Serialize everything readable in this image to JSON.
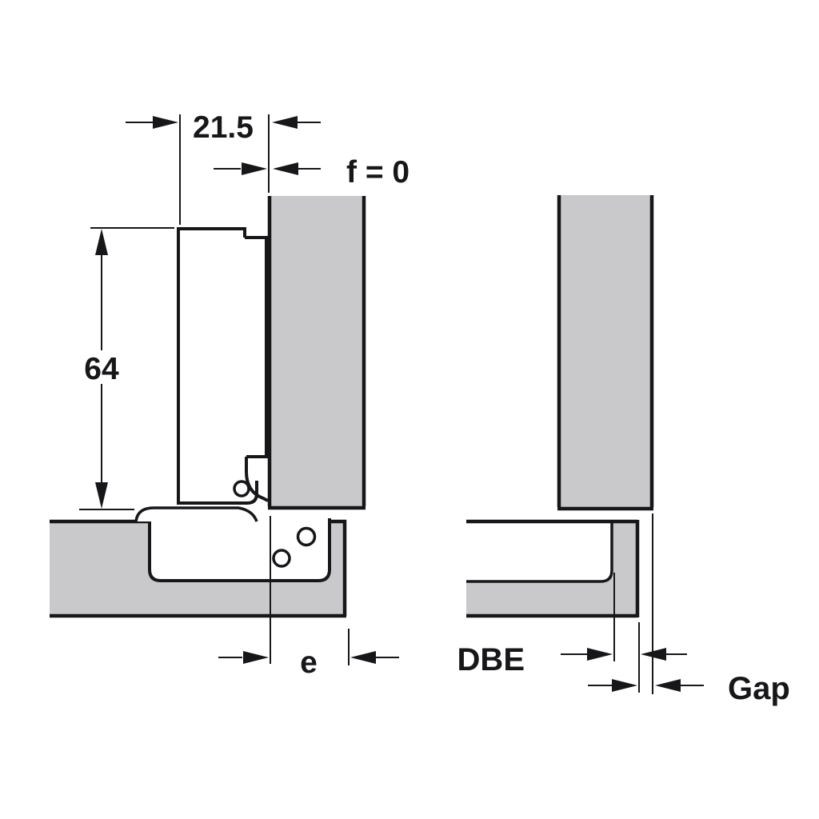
{
  "diagram": {
    "colors": {
      "background": "#ffffff",
      "line": "#17171a",
      "panel_fill": "#c9c9cc",
      "hinge_fill": "#ffffff"
    },
    "labels": {
      "cup_distance": "21.5",
      "door_projection": "f = 0",
      "height": "64",
      "edge_distance": "e",
      "dbe": "DBE",
      "gap": "Gap"
    }
  }
}
